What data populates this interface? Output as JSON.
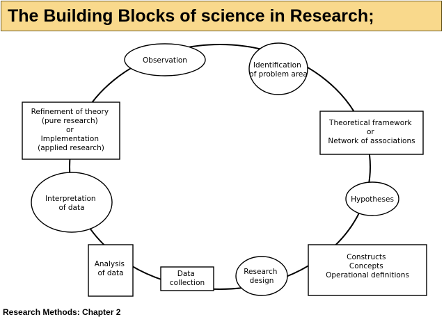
{
  "title": "The Building Blocks of science in Research;",
  "footer": "Research Methods: Chapter 2",
  "colors": {
    "title_background": "#f9d98c",
    "line": "#000000",
    "node_fill": "#ffffff"
  },
  "nodes": {
    "observation": [
      "Observation"
    ],
    "identification": [
      "Identification",
      "of problem area"
    ],
    "theoretical_framework": [
      "Theoretical framework",
      "or",
      "Network of associations"
    ],
    "hypotheses": [
      "Hypotheses"
    ],
    "constructs": [
      "Constructs",
      "Concepts",
      "Operational definitions"
    ],
    "research_design": [
      "Research",
      "design"
    ],
    "data_collection": [
      "Data",
      "collection"
    ],
    "analysis": [
      "Analysis",
      "of data"
    ],
    "interpretation": [
      "Interpretation",
      "of data"
    ],
    "refinement": [
      "Refinement of theory",
      "(pure research)",
      "or",
      "Implementation",
      "(applied research)"
    ]
  }
}
